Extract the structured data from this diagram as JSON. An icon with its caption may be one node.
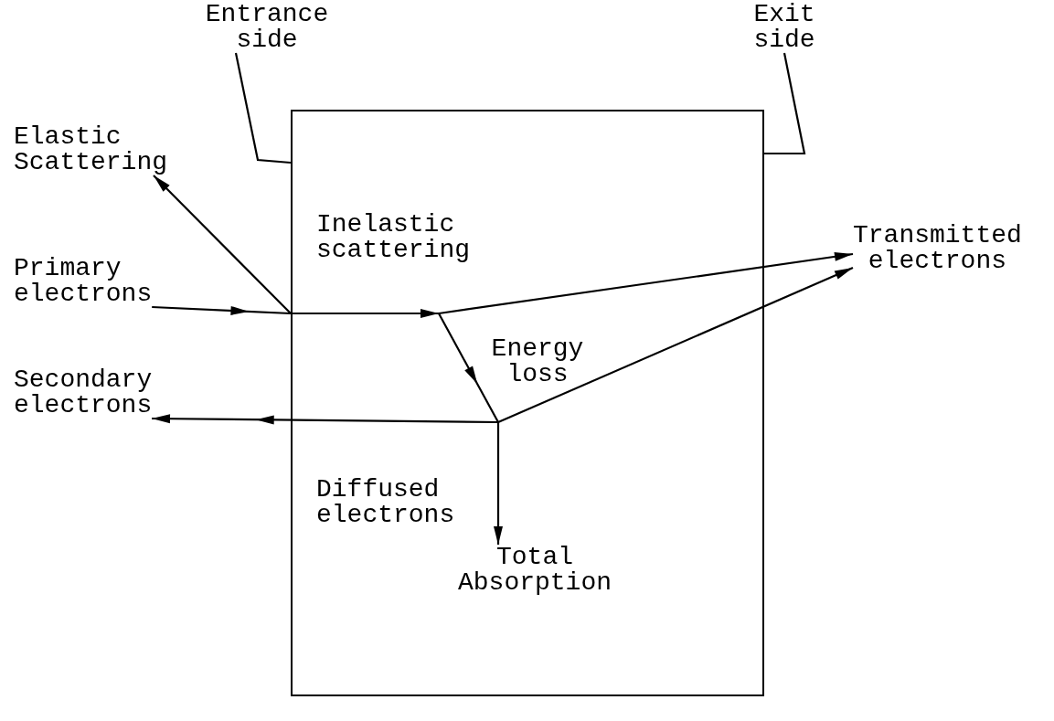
{
  "diagram": {
    "nodes": [
      {
        "text": [
          "Entrance side"
        ]
      },
      {
        "text": [
          "Exit side"
        ]
      },
      {
        "text": [],
        "shape": "box"
      },
      {
        "text": [
          "Elastic Scattering"
        ]
      },
      {
        "text": [
          "Primary electrons"
        ]
      },
      {
        "text": [
          "Transmitted electrons"
        ]
      },
      {
        "text": [
          "Secondary electrons"
        ]
      },
      {
        "text": [
          "Total Absorption"
        ],
        "in": 2
      }
    ],
    "edges": [
      {
        "from": 4,
        "to": 2,
        "arrow": "to"
      },
      {
        "from": 2,
        "to": 3,
        "arrow": "to"
      },
      {
        "from": 2,
        "to": null,
        "arrow": "to",
        "label": "Inelastic scattering"
      },
      {
        "from": null,
        "to": 5,
        "arrow": "to"
      },
      {
        "from": null,
        "to": 7,
        "arrow": "to",
        "label": "Energy loss"
      },
      {
        "from": null,
        "to": 6,
        "arrow": "to"
      },
      {
        "from": null,
        "to": 5,
        "arrow": "to"
      },
      {
        "from": 0,
        "to": 2,
        "arrow": "none"
      },
      {
        "from": 1,
        "to": 2,
        "arrow": "none"
      }
    ],
    "labels": [
      "Diffused electrons"
    ]
  }
}
